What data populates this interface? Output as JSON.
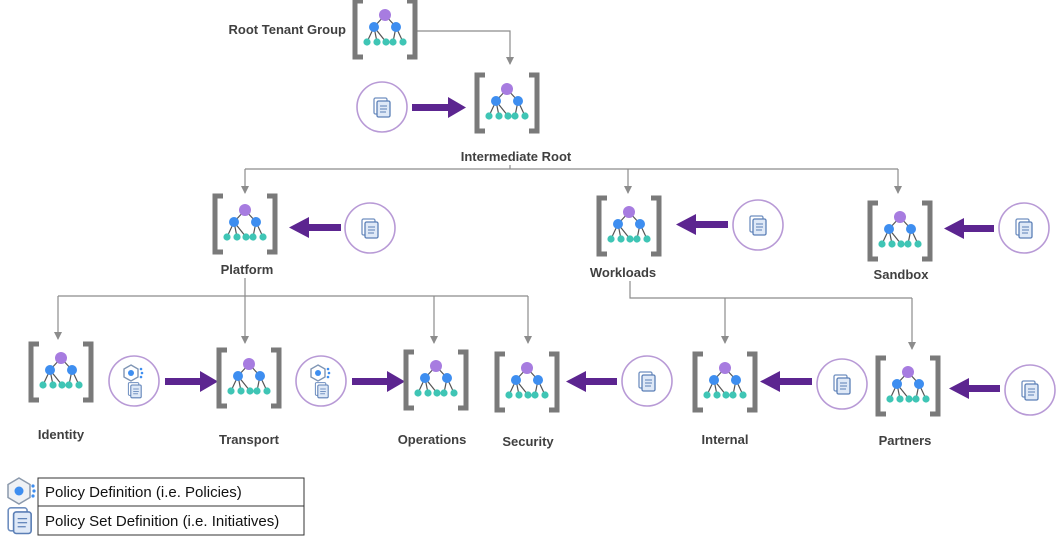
{
  "colors": {
    "connector": "#8c8c8c",
    "bracket": "#7a7a7a",
    "node_top": "#a77ce0",
    "node_mid": "#3e8ef0",
    "node_leaf": "#3fc5b5",
    "policy_circle_stroke": "#b89ad6",
    "policy_arrow": "#5c2590",
    "legend_border": "#333333"
  },
  "nodes": {
    "root_tenant_group": "Root Tenant Group",
    "intermediate_root": "Intermediate Root",
    "platform": "Platform",
    "workloads": "Workloads",
    "sandbox": "Sandbox",
    "identity": "Identity",
    "transport": "Transport",
    "operations": "Operations",
    "security": "Security",
    "internal": "Internal",
    "partners": "Partners"
  },
  "icons": {
    "management_group": "management-group-icon",
    "policy_definition": "policy-definition-icon",
    "policy_set_definition": "policy-set-definition-icon"
  },
  "legend": {
    "policy_definition": "Policy Definition (i.e. Policies)",
    "policy_set_definition": "Policy Set Definition (i.e. Initiatives)"
  }
}
